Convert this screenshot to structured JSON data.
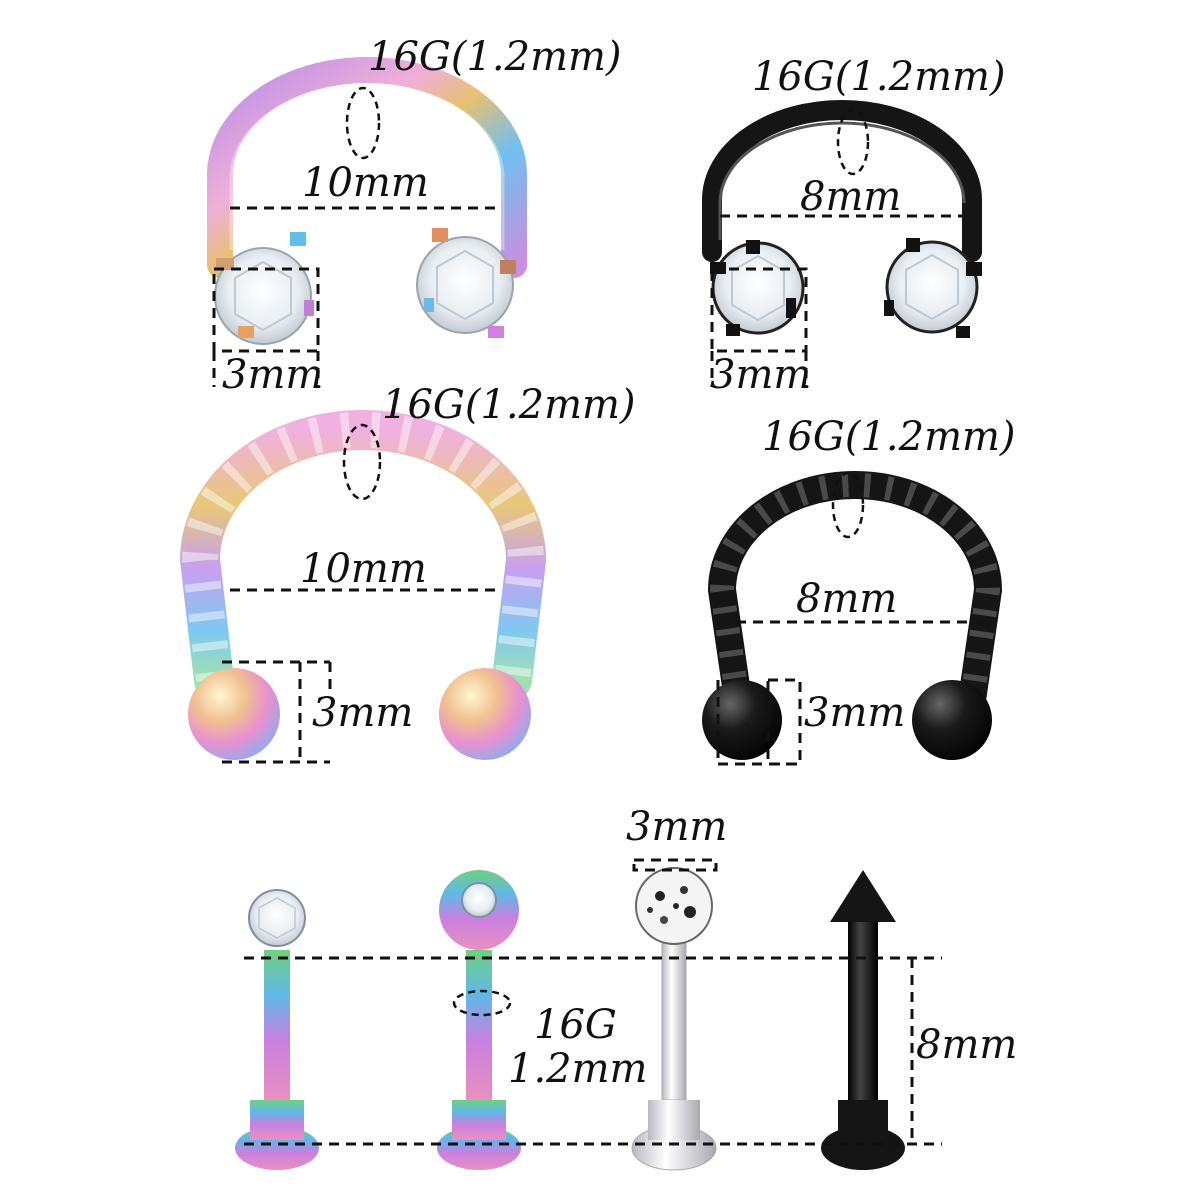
{
  "labels": {
    "ring1_gauge": "16G(1.2mm)",
    "ring1_diameter": "10mm",
    "ring1_gem": "3mm",
    "ring2_gauge": "16G(1.2mm)",
    "ring2_diameter": "8mm",
    "ring2_gem": "3mm",
    "ring3_gauge": "16G(1.2mm)",
    "ring3_diameter": "10mm",
    "ring3_ball": "3mm",
    "ring4_gauge": "16G(1.2mm)",
    "ring4_diameter": "8mm",
    "ring4_ball": "3mm",
    "labret_top_size": "3mm",
    "labret_gauge_line1": "16G",
    "labret_gauge_line2": "1.2mm",
    "labret_length": "8mm"
  },
  "colors": {
    "rainbow": [
      "#c9a0e8",
      "#e8a0d8",
      "#f0c080",
      "#80c8f0",
      "#a0d8a0"
    ],
    "black": "#151515",
    "silver": "#d8d8dc"
  }
}
